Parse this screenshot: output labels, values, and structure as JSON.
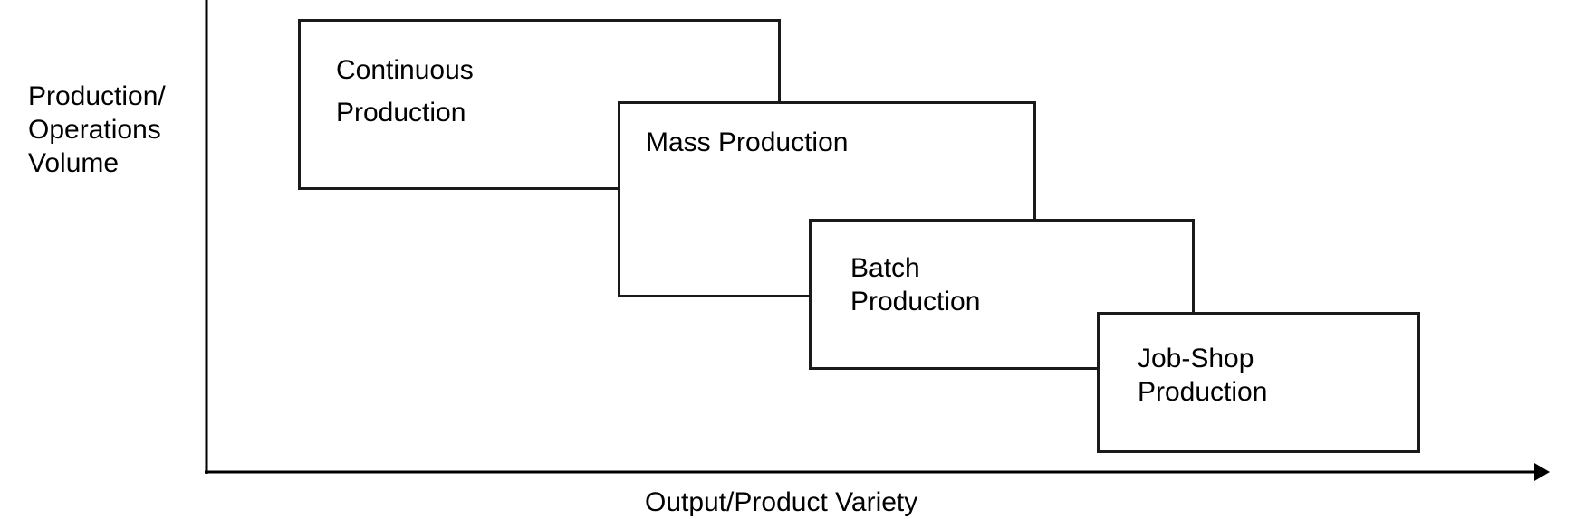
{
  "axes": {
    "y_label": "Production/\nOperations\nVolume",
    "x_label": "Output/Product Variety"
  },
  "boxes": [
    {
      "id": "continuous",
      "label": "Continuous\nProduction"
    },
    {
      "id": "mass",
      "label": "Mass Production"
    },
    {
      "id": "batch",
      "label": "Batch\nProduction"
    },
    {
      "id": "jobshop",
      "label": "Job-Shop\nProduction"
    }
  ]
}
